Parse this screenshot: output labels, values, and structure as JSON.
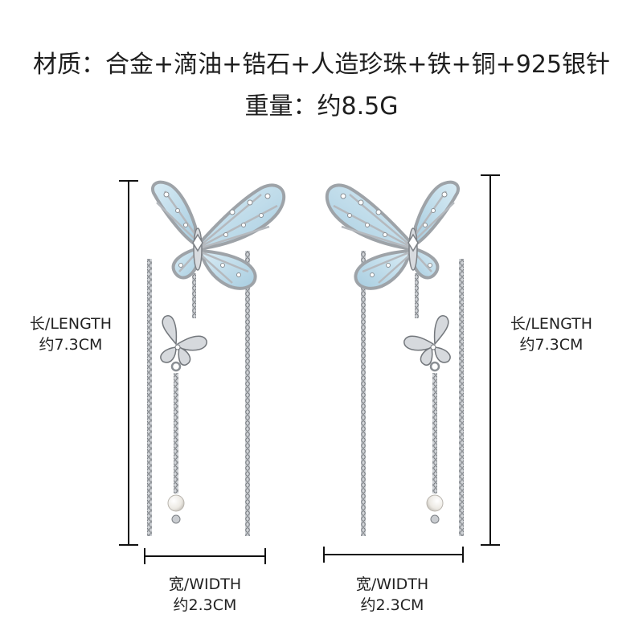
{
  "specs": {
    "material": "材质：合金+滴油+锆石+人造珍珠+铁+铜+925银针",
    "weight": "重量：约8.5G"
  },
  "dimensions": {
    "left_length_label": "长/LENGTH",
    "left_length_value": "约7.3CM",
    "right_length_label": "长/LENGTH",
    "right_length_value": "约7.3CM",
    "left_width_label": "宽/WIDTH",
    "left_width_value": "约2.3CM",
    "right_width_label": "宽/WIDTH",
    "right_width_value": "约2.3CM"
  },
  "colors": {
    "enamel": "#b9d6e6",
    "metal": "#c9ccd0",
    "metal_dark": "#7d8186",
    "pearl": "#f2f0ec",
    "line": "#111111"
  }
}
